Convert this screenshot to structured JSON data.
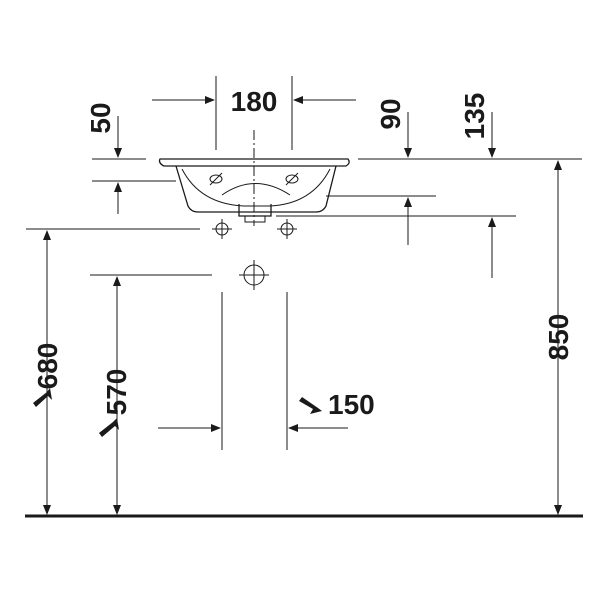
{
  "dimensions": {
    "faucet_spacing": "180",
    "basin_rim_to_waste": "50",
    "rim_to_overflow": "90",
    "rim_to_waste_level": "135",
    "waste_pipe_height": "680",
    "drain_height": "570",
    "rim_height": "850",
    "supply_spacing": "150"
  },
  "colors": {
    "line": "#1a1a1a",
    "background": "#ffffff"
  }
}
